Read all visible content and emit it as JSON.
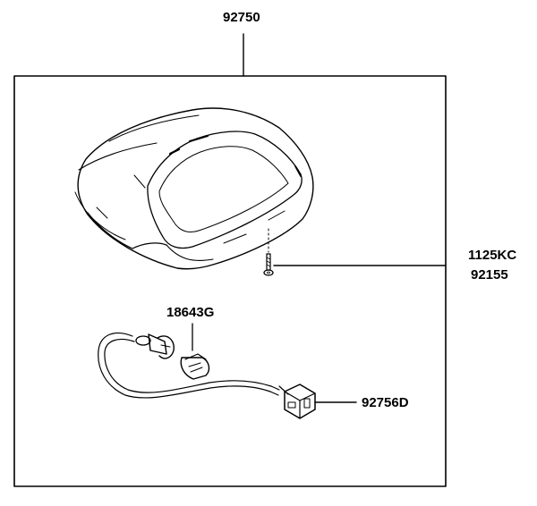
{
  "diagram": {
    "line_color": "#000000",
    "background": "#ffffff",
    "labels": {
      "assembly": "92750",
      "screw": "1125KC",
      "screw_alt": "92155",
      "bulb": "18643G",
      "socket_wiring": "92756D"
    }
  }
}
